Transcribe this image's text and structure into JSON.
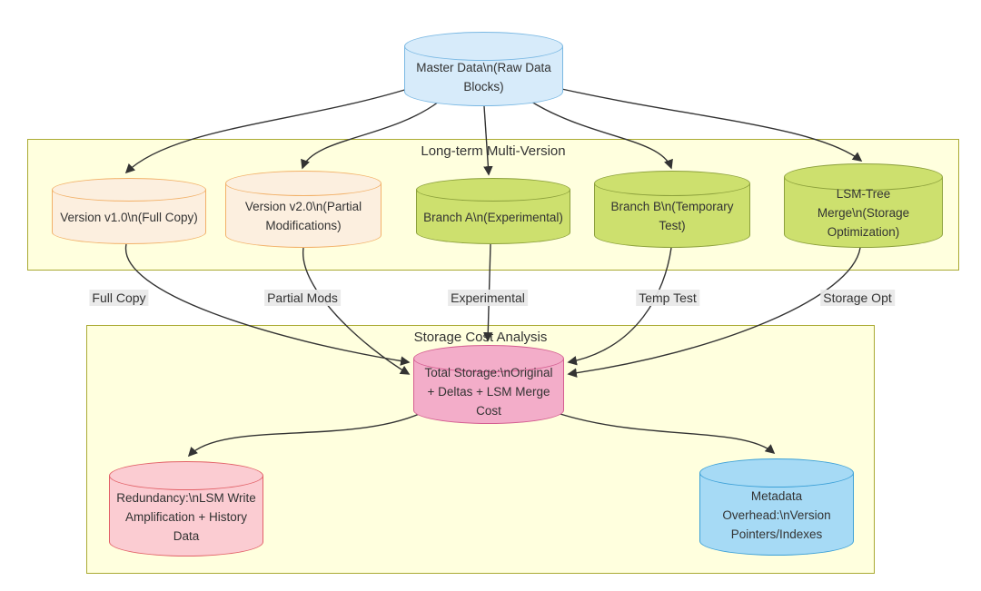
{
  "diagram": {
    "type": "flowchart",
    "clusters": {
      "multi_version": {
        "title": "Long-term Multi-Version",
        "fill": "#ffffde",
        "stroke": "#aaaa33"
      },
      "cost_analysis": {
        "title": "Storage Cost Analysis",
        "fill": "#ffffde",
        "stroke": "#aaaa33"
      }
    },
    "nodes": {
      "master": {
        "label": "Master Data\\n(Raw Data Blocks)",
        "shape": "cylinder",
        "fill": "#d7ebfa",
        "stroke": "#7ab8e3"
      },
      "v1": {
        "label": "Version v1.0\\n(Full Copy)",
        "shape": "cylinder",
        "fill": "#fcefdf",
        "stroke": "#f2b169"
      },
      "v2": {
        "label": "Version v2.0\\n(Partial Modifications)",
        "shape": "cylinder",
        "fill": "#fcefdf",
        "stroke": "#f2b169"
      },
      "branch_a": {
        "label": "Branch A\\n(Experimental)",
        "shape": "cylinder",
        "fill": "#cde06e",
        "stroke": "#8ca03c"
      },
      "branch_b": {
        "label": "Branch B\\n(Temporary Test)",
        "shape": "cylinder",
        "fill": "#cde06e",
        "stroke": "#8ca03c"
      },
      "lsm": {
        "label": "LSM-Tree Merge\\n(Storage Optimization)",
        "shape": "cylinder",
        "fill": "#cde06e",
        "stroke": "#8ca03c"
      },
      "total": {
        "label": "Total Storage:\\nOriginal + Deltas + LSM Merge Cost",
        "shape": "cylinder",
        "fill": "#f3adc9",
        "stroke": "#d45f91"
      },
      "redundancy": {
        "label": "Redundancy:\\nLSM Write Amplification + History Data",
        "shape": "cylinder",
        "fill": "#fbccd2",
        "stroke": "#e26168"
      },
      "metadata": {
        "label": "Metadata Overhead:\\nVersion Pointers/Indexes",
        "shape": "cylinder",
        "fill": "#a6daf5",
        "stroke": "#3ca0d7"
      }
    },
    "edge_labels": {
      "full_copy": "Full Copy",
      "partial_mods": "Partial Mods",
      "experimental": "Experimental",
      "temp_test": "Temp Test",
      "storage_opt": "Storage Opt"
    },
    "edges": [
      {
        "from": "master",
        "to": "v1"
      },
      {
        "from": "master",
        "to": "v2"
      },
      {
        "from": "master",
        "to": "branch_a"
      },
      {
        "from": "master",
        "to": "branch_b"
      },
      {
        "from": "master",
        "to": "lsm"
      },
      {
        "from": "v1",
        "to": "total",
        "label": "Full Copy"
      },
      {
        "from": "v2",
        "to": "total",
        "label": "Partial Mods"
      },
      {
        "from": "branch_a",
        "to": "total",
        "label": "Experimental"
      },
      {
        "from": "branch_b",
        "to": "total",
        "label": "Temp Test"
      },
      {
        "from": "lsm",
        "to": "total",
        "label": "Storage Opt"
      },
      {
        "from": "total",
        "to": "redundancy"
      },
      {
        "from": "total",
        "to": "metadata"
      }
    ],
    "edge_color": "#333333",
    "text_color": "#333333"
  }
}
